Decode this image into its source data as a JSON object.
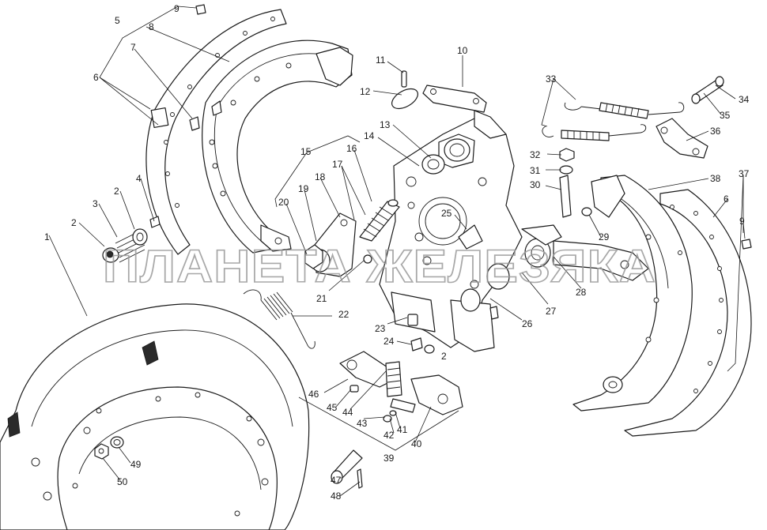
{
  "watermark": {
    "text": "ПЛАНЕТА ЖЕЛЕЗЯКА"
  },
  "callouts": [
    "1",
    "2",
    "3",
    "4",
    "5",
    "6",
    "7",
    "8",
    "9",
    "10",
    "11",
    "12",
    "13",
    "14",
    "15",
    "16",
    "17",
    "18",
    "19",
    "20",
    "21",
    "22",
    "23",
    "24",
    "25",
    "26",
    "27",
    "28",
    "29",
    "30",
    "31",
    "32",
    "33",
    "34",
    "35",
    "36",
    "37",
    "38",
    "39",
    "40",
    "41",
    "42",
    "43",
    "44",
    "45",
    "46",
    "47",
    "48",
    "49",
    "50"
  ],
  "icons": {
    "brake_drum": "brake-drum-icon",
    "brake_shoe_left": "brake-shoe-icon",
    "brake_shoe_right": "brake-shoe-icon",
    "brake_lining": "brake-lining-icon",
    "spring": "coil-spring-icon",
    "brake_carrier": "brake-carrier-icon",
    "adjuster": "slack-adjuster-icon"
  },
  "colors": {
    "line": "#1a1a1a",
    "background": "#ffffff",
    "watermark": "#9a9a9a"
  }
}
